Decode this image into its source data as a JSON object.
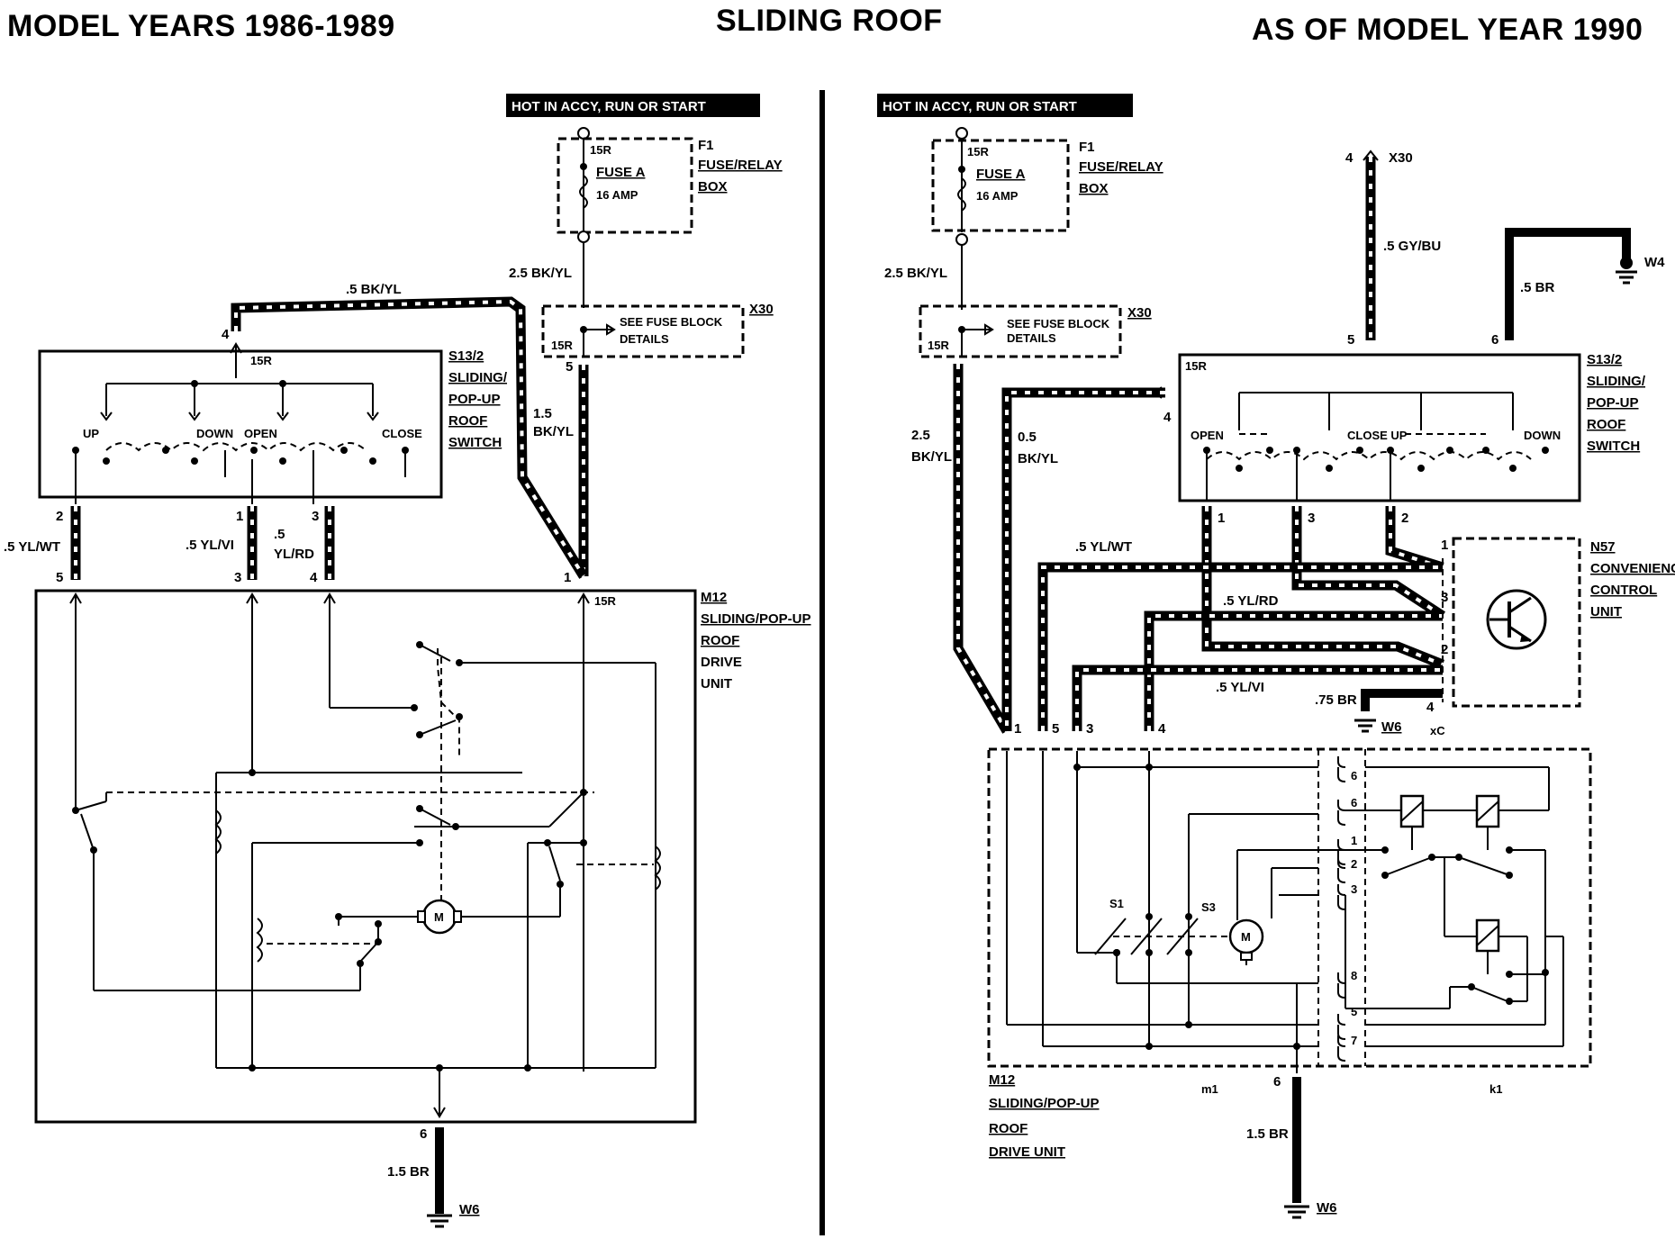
{
  "headers": {
    "left": "MODEL YEARS 1986-1989",
    "center": "SLIDING ROOF",
    "right": "AS OF MODEL YEAR 1990"
  },
  "left": {
    "hot_label": "HOT IN ACCY, RUN OR START",
    "fuse": {
      "terminal": "15R",
      "name": "FUSE A",
      "rating": "16 AMP"
    },
    "fuse_box": {
      "id": "F1",
      "line1": "FUSE/RELAY",
      "line2": "BOX"
    },
    "fuse_block": {
      "id": "X30",
      "line1": "SEE FUSE BLOCK",
      "line2": "DETAILS",
      "terminal": "15R",
      "pin": "5"
    },
    "wires": {
      "feed": "2.5 BK/YL",
      "switch_feed": ".5 BK/YL",
      "drive_feed_size": "1.5",
      "drive_feed_color": "BK/YL",
      "w2": ".5 YL/WT",
      "w1": ".5 YL/VI",
      "w3_size": ".5",
      "w3_color": "YL/RD",
      "ground": "1.5 BR"
    },
    "switch": {
      "id": "S13/2",
      "line1": "SLIDING/",
      "line2": "POP-UP",
      "line3": "ROOF",
      "line4": "SWITCH",
      "terminal": "15R",
      "pin_feed": "4",
      "labels": [
        "UP",
        "DOWN",
        "OPEN",
        "CLOSE"
      ],
      "pins": [
        "2",
        "1",
        "3"
      ]
    },
    "drive": {
      "id": "M12",
      "line1": "SLIDING/POP-UP",
      "line2": "ROOF",
      "line3": "DRIVE",
      "line4": "UNIT",
      "terminal": "15R",
      "pins": [
        "5",
        "3",
        "4",
        "1"
      ],
      "ground_pin": "6",
      "motor": "M"
    },
    "ground": "W6"
  },
  "right": {
    "hot_label": "HOT IN ACCY, RUN OR START",
    "fuse": {
      "terminal": "15R",
      "name": "FUSE A",
      "rating": "16 AMP"
    },
    "fuse_box": {
      "id": "F1",
      "line1": "FUSE/RELAY",
      "line2": "BOX"
    },
    "fuse_block": {
      "id": "X30",
      "line1": "SEE FUSE BLOCK",
      "line2": "DETAILS",
      "terminal": "15R"
    },
    "x30_top": {
      "id": "X30",
      "pin": "4"
    },
    "wires": {
      "feed": "2.5 BK/YL",
      "gy": ".5 GY/BU",
      "br": ".5 BR",
      "drive_feed_size": "2.5",
      "drive_feed_color": "BK/YL",
      "switch_feed_size": "0.5",
      "switch_feed_color": "BK/YL",
      "wt": ".5 YL/WT",
      "rd": ".5 YL/RD",
      "vi": ".5 YL/VI",
      "br75": ".75 BR",
      "ground": "1.5 BR"
    },
    "w4": "W4",
    "switch": {
      "id": "S13/2",
      "line1": "SLIDING/",
      "line2": "POP-UP",
      "line3": "ROOF",
      "line4": "SWITCH",
      "terminal": "15R",
      "labels": [
        "OPEN",
        "CLOSE UP",
        "DOWN"
      ],
      "pins_top": [
        "5",
        "6"
      ],
      "pin_feed": "4",
      "pins_bottom": [
        "1",
        "3",
        "2"
      ]
    },
    "control_unit": {
      "id": "N57",
      "line1": "CONVENIENCE",
      "line2": "CONTROL",
      "line3": "UNIT",
      "pins": [
        "1",
        "3",
        "2",
        "4"
      ],
      "connector": "xC"
    },
    "drive": {
      "id": "M12",
      "line1": "SLIDING/POP-UP",
      "line2": "ROOF",
      "line3": "DRIVE UNIT",
      "pins_top": [
        "1",
        "5",
        "3",
        "4"
      ],
      "inner_pins": [
        "6",
        "6",
        "1",
        "2",
        "3",
        "8",
        "5",
        "7"
      ],
      "ground_pin": "6",
      "s1": "S1",
      "s3": "S3",
      "motor": "M",
      "m1": "m1",
      "k1": "k1"
    },
    "ground_mid": "W6",
    "ground": "W6"
  }
}
